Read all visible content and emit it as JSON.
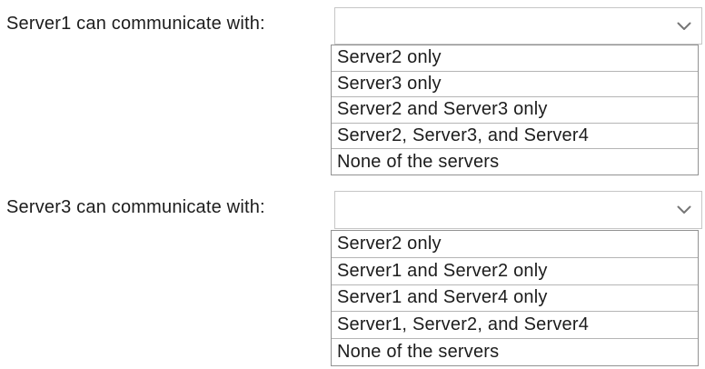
{
  "colors": {
    "text": "#1c1c1c",
    "select_border": "#c6c6c6",
    "list_border": "#929292",
    "divider": "#b5b5b5",
    "chevron": "#767676",
    "background": "#ffffff"
  },
  "icons": {
    "dropdown": "chevron-down-icon"
  },
  "questions": [
    {
      "label": "Server1 can communicate with:",
      "selected_value": "",
      "options": [
        "Server2 only",
        "Server3 only",
        "Server2 and Server3 only",
        "Server2, Server3, and Server4",
        "None of the servers"
      ]
    },
    {
      "label": "Server3 can communicate with:",
      "selected_value": "",
      "options": [
        "Server2 only",
        "Server1 and Server2 only",
        "Server1 and Server4 only",
        "Server1, Server2, and Server4",
        "None of the servers"
      ]
    }
  ]
}
